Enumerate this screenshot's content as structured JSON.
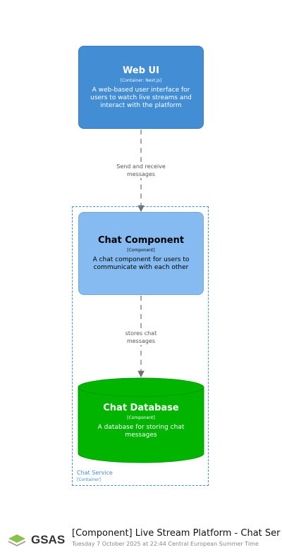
{
  "elements": {
    "web_ui": {
      "title": "Web UI",
      "technology": "[Container: Next.js]",
      "description": "A web-based user interface for users to watch live streams and interact with the platform"
    },
    "chat_component": {
      "title": "Chat Component",
      "technology": "[Component]",
      "description": "A chat component for users to communicate with each other"
    },
    "chat_database": {
      "title": "Chat Database",
      "technology": "[Component]",
      "description": "A database for storing chat messages"
    }
  },
  "relationships": [
    {
      "label_line1": "Send and receive",
      "label_line2": "messages"
    },
    {
      "label_line1": "stores chat",
      "label_line2": "messages"
    }
  ],
  "boundary": {
    "name": "Chat Service",
    "type": "[Container]"
  },
  "footer": {
    "brand": "GSAS",
    "title": "[Component] Live Stream Platform - Chat Ser",
    "date": "Tuesday 7 October 2025 at 22:44 Central European Summer Time"
  },
  "colors": {
    "container": "#438dd5",
    "component": "#85bbf0",
    "database": "#00b400",
    "boundary": "#438dd5",
    "connector": "#707070"
  }
}
